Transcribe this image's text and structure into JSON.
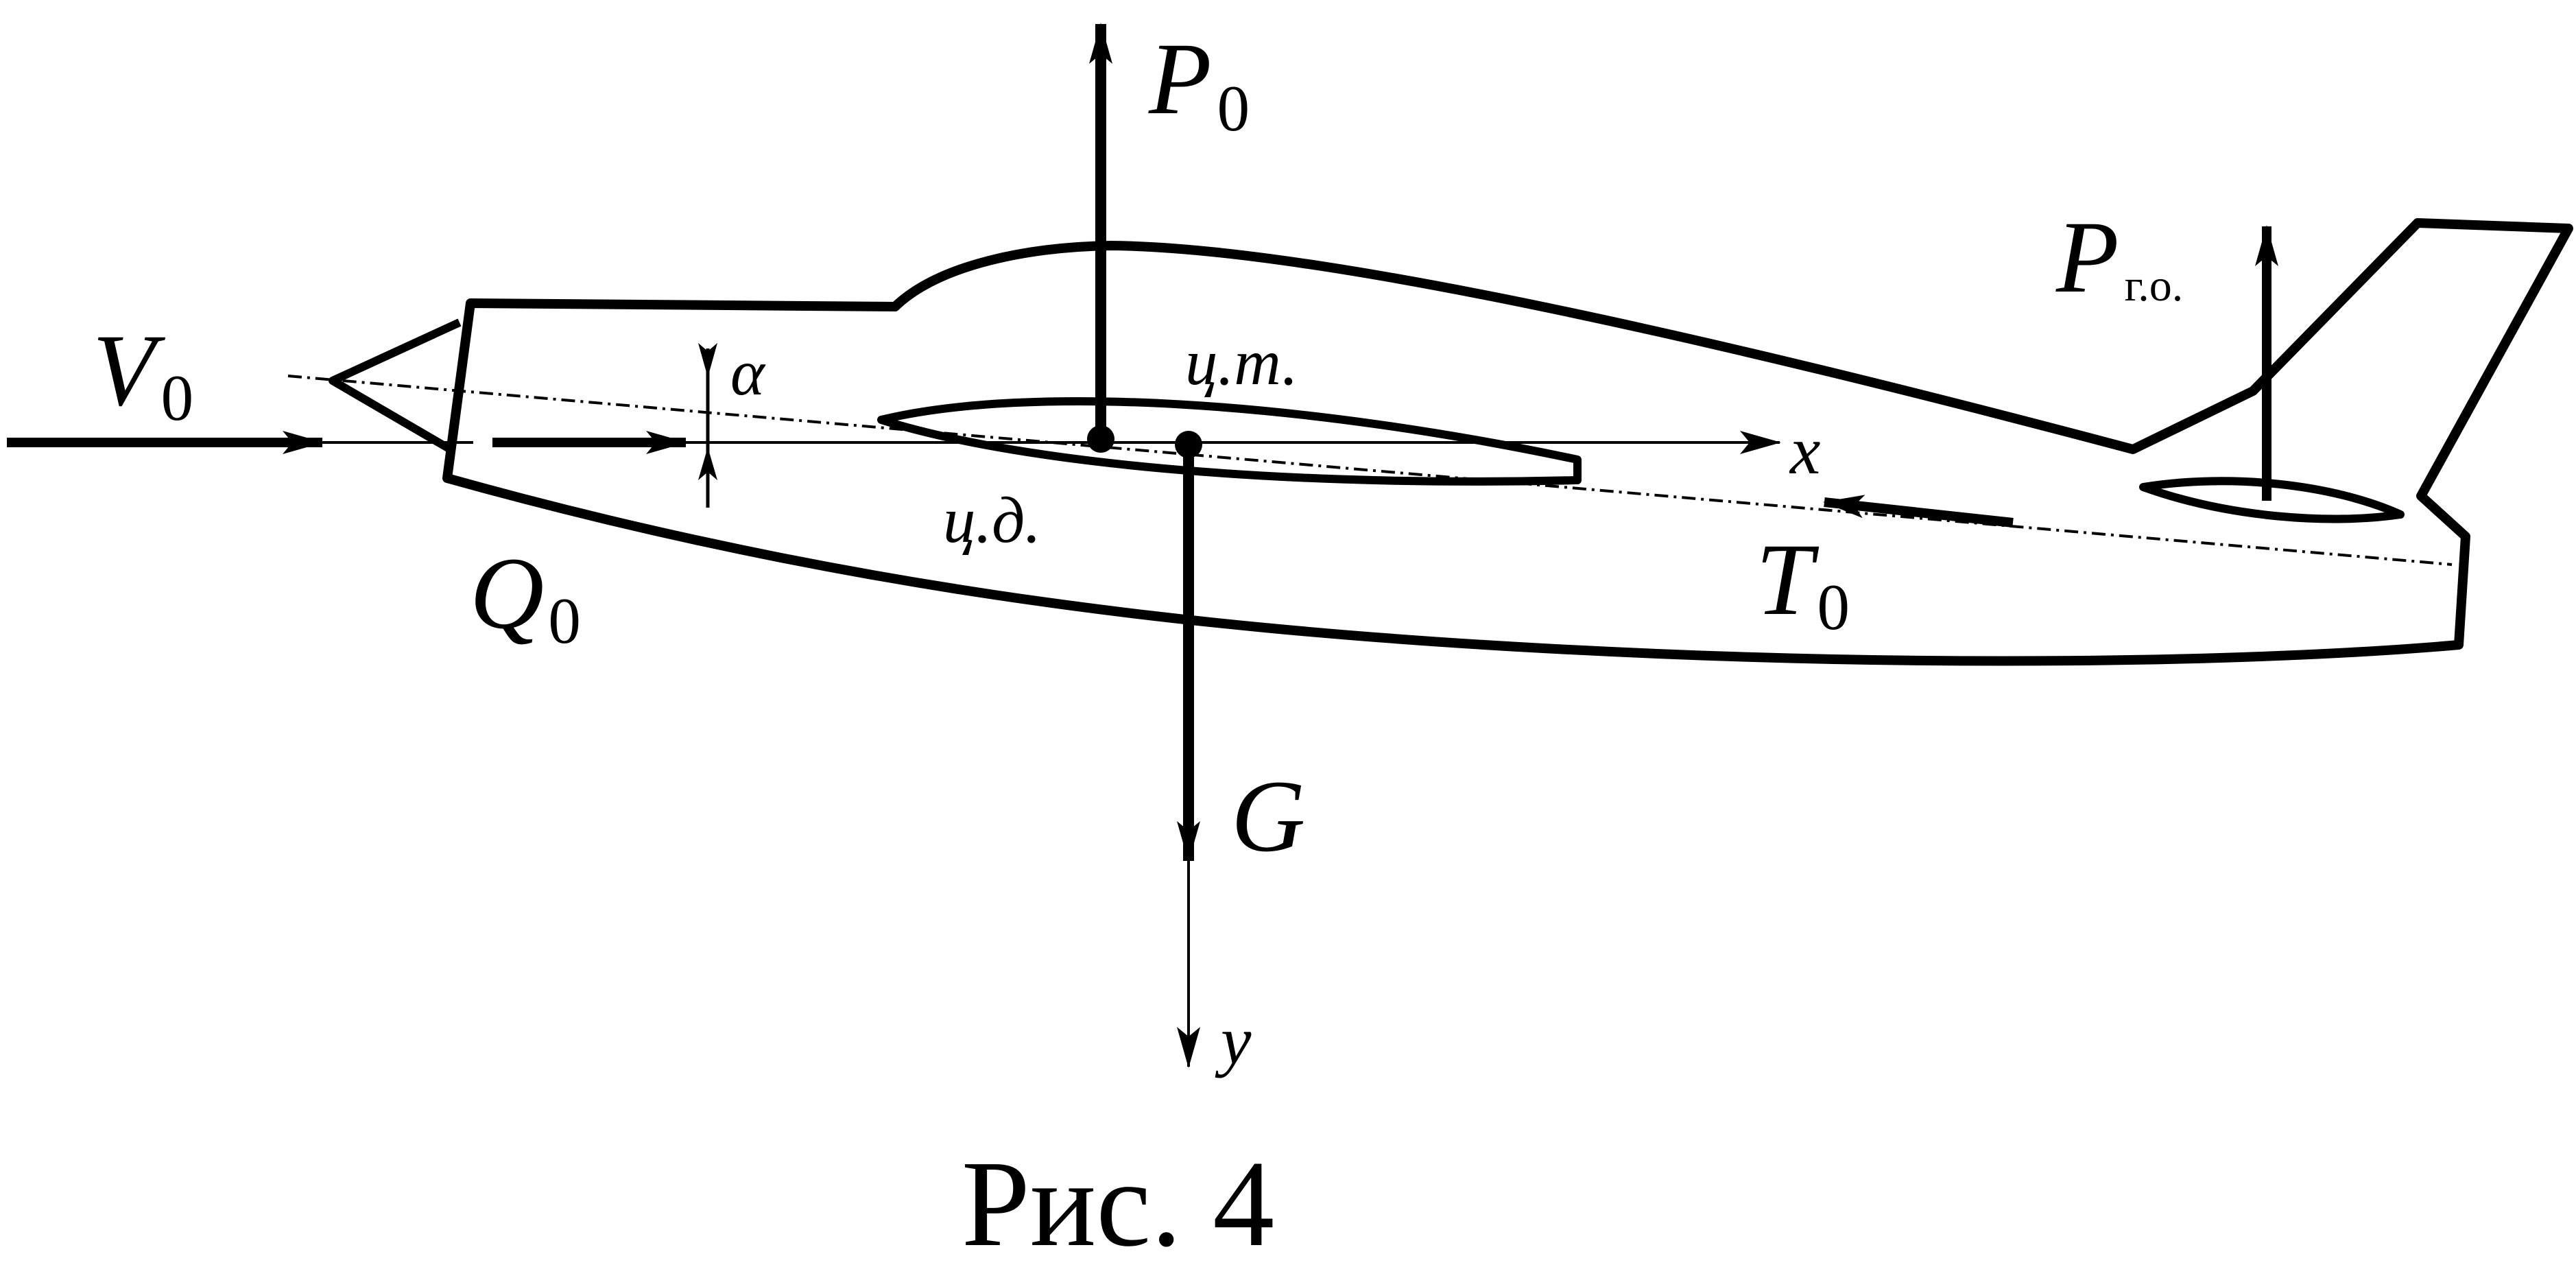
{
  "labels": {
    "lift_main": {
      "main": "P",
      "sub": "0"
    },
    "lift_tail": {
      "main": "P",
      "sub": "г.о."
    },
    "velocity": {
      "main": "V",
      "sub": "0"
    },
    "drag": {
      "main": "Q",
      "sub": "0"
    },
    "thrust": {
      "main": "T",
      "sub": "0"
    },
    "weight": "G",
    "angle": "α",
    "center_of_gravity": "ц.т.",
    "center_of_pressure": "ц.д.",
    "axis_x": "x",
    "axis_y": "y"
  },
  "caption": "Рис. 4",
  "colors": {
    "ink": "#000000",
    "paper": "#ffffff"
  }
}
